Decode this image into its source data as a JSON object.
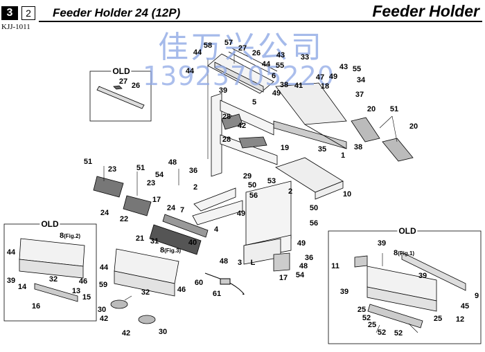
{
  "header": {
    "section_number": "3",
    "page_number": "2",
    "document_title": "Feeder Holder 24 (12P)",
    "category_title": "Feeder Holder",
    "document_code": "KJJ-1011"
  },
  "watermark": {
    "line1": "佳万兴公司",
    "line2": "13923705220"
  },
  "old_label": "OLD",
  "figure_refs": {
    "fig1": "(Fig.1)",
    "fig2": "(Fig.2)",
    "fig3": "(Fig.3)"
  },
  "callouts": {
    "c58": "58",
    "c57": "57",
    "c27a": "27",
    "c26a": "26",
    "c44a": "44",
    "c44b": "44",
    "c44c": "44",
    "c6": "6",
    "c43a": "43",
    "c33": "33",
    "c55a": "55",
    "c39a": "39",
    "c49a": "49",
    "c38a": "38",
    "c41": "41",
    "c47": "47",
    "c18": "18",
    "c49b": "49",
    "c43b": "43",
    "c55b": "55",
    "c34": "34",
    "c37": "37",
    "c5": "5",
    "c28a": "28",
    "c42a": "42",
    "c28b": "28",
    "c20a": "20",
    "c51a": "51",
    "c20b": "20",
    "c19": "19",
    "c35": "35",
    "c38b": "38",
    "c1": "1",
    "c51b": "51",
    "c23a": "23",
    "c51c": "51",
    "c23b": "23",
    "c48a": "48",
    "c54a": "54",
    "c36a": "36",
    "c29": "29",
    "c53": "53",
    "c50a": "50",
    "c10": "10",
    "c2a": "2",
    "c2b": "2",
    "c17a": "17",
    "c56a": "56",
    "c24a": "24",
    "c22": "22",
    "c24b": "24",
    "c7": "7",
    "c49c": "49",
    "c50b": "50",
    "c4": "4",
    "c56b": "56",
    "c21": "21",
    "c40": "40",
    "c31": "31",
    "c8a": "8",
    "c48b": "48",
    "c3": "3",
    "cL": "L",
    "c49d": "49",
    "c36b": "36",
    "c48c": "48",
    "c54b": "54",
    "c17b": "17",
    "c44d": "44",
    "c59": "59",
    "c32a": "32",
    "c46a": "46",
    "c60": "60",
    "c61": "61",
    "c30a": "30",
    "c42b": "42",
    "c42c": "42",
    "c30b": "30",
    "c8b": "8",
    "c44e": "44",
    "c39b": "39",
    "c14": "14",
    "c32b": "32",
    "c46b": "46",
    "c13": "13",
    "c15": "15",
    "c16": "16",
    "c8c": "8",
    "c39c": "39",
    "c11": "11",
    "c39d": "39",
    "c39e": "39",
    "c9": "9",
    "c45": "45",
    "c12": "12",
    "c25a": "25",
    "c52a": "52",
    "c25b": "25",
    "c52b": "52",
    "c52c": "52",
    "c25c": "25",
    "c27b": "27",
    "c26b": "26"
  }
}
